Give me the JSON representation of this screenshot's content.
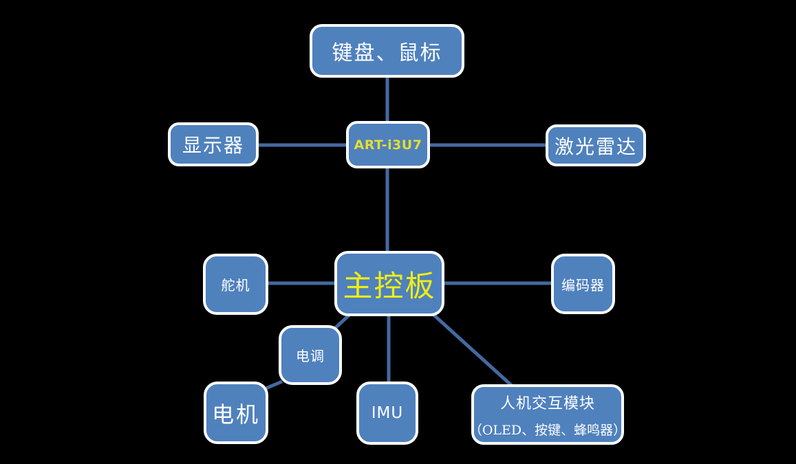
{
  "diagram": {
    "type": "block-diagram",
    "nodes": {
      "keyboard_mouse": {
        "label": "键盘、鼠标"
      },
      "display": {
        "label": "显示器"
      },
      "art_i3u7": {
        "label": "ART-i3U7"
      },
      "lidar": {
        "label": "激光雷达"
      },
      "main_board": {
        "label": "主控板"
      },
      "servo": {
        "label": "舵机"
      },
      "encoder": {
        "label": "编码器"
      },
      "esc": {
        "label": "电调"
      },
      "motor": {
        "label": "电机"
      },
      "imu": {
        "label": "IMU"
      },
      "hmi": {
        "label_line1": "人机交互模块",
        "label_line2": "（OLED、按键、蜂鸣器）"
      }
    },
    "connections": [
      {
        "from": "键盘、鼠标",
        "to": "ART-i3U7"
      },
      {
        "from": "显示器",
        "to": "ART-i3U7"
      },
      {
        "from": "ART-i3U7",
        "to": "激光雷达"
      },
      {
        "from": "ART-i3U7",
        "to": "主控板"
      },
      {
        "from": "舵机",
        "to": "主控板"
      },
      {
        "from": "主控板",
        "to": "编码器"
      },
      {
        "from": "主控板",
        "to": "电调"
      },
      {
        "from": "电调",
        "to": "电机"
      },
      {
        "from": "主控板",
        "to": "IMU"
      },
      {
        "from": "主控板",
        "to": "人机交互模块（OLED、按键、蜂鸣器）"
      }
    ]
  },
  "colors": {
    "background": "#000000",
    "node_fill": "#4f81bd",
    "node_border": "#ffffff",
    "connector": "#44699f",
    "label_white": "#ffffff",
    "art_yellow": "#e3dd30",
    "main_yellow": "#f1ed15"
  }
}
